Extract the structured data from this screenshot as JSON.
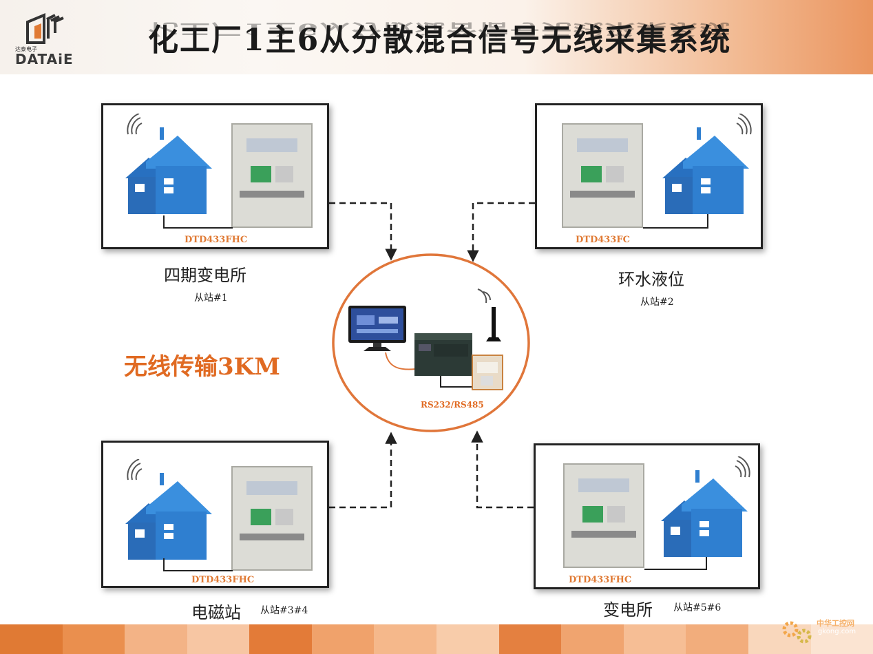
{
  "header": {
    "title": "化工厂1主6从分散混合信号无线采集系统",
    "logo_cn": "达泰电子",
    "logo_en": "DATAiE"
  },
  "stations": [
    {
      "model": "DTD433FHC",
      "name": "四期变电所",
      "sub": "从站#1"
    },
    {
      "model": "DTD433FC",
      "name": "环水液位",
      "sub": "从站#2"
    },
    {
      "model": "DTD433FHC",
      "name": "电磁站",
      "sub": "从站#3#4"
    },
    {
      "model": "DTD433FHC",
      "name": "变电所",
      "sub": "从站#5#6"
    }
  ],
  "wireless_label": "无线传输3KM",
  "master": {
    "interface_label": "RS232/RS485"
  },
  "watermark": {
    "cn": "中华工控网",
    "en": "gkong.com"
  },
  "colors": {
    "accent": "#e06a22",
    "house_blue": "#2f7fd0",
    "circle": "#e0763a"
  },
  "icons": [
    "logo-icon",
    "house-icon",
    "signal-icon",
    "cabinet-icon",
    "monitor-icon",
    "plc-icon",
    "radio-icon",
    "antenna-icon"
  ]
}
